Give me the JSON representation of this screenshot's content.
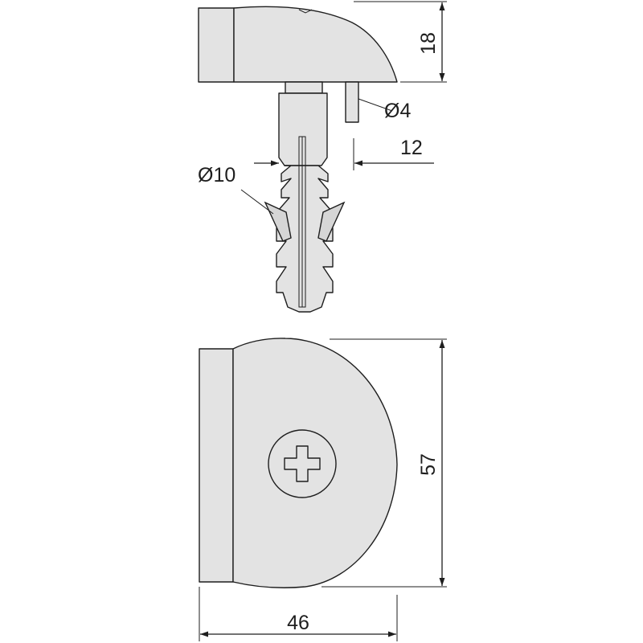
{
  "dimensions": {
    "height_top": "18",
    "pin_diameter": "Ø4",
    "plug_offset": "12",
    "plug_diameter": "Ø10",
    "height_front": "57",
    "width": "46"
  },
  "icons": {
    "screw_head": "phillips-screw-icon",
    "arrowheads": "dimension-arrow-icon"
  }
}
